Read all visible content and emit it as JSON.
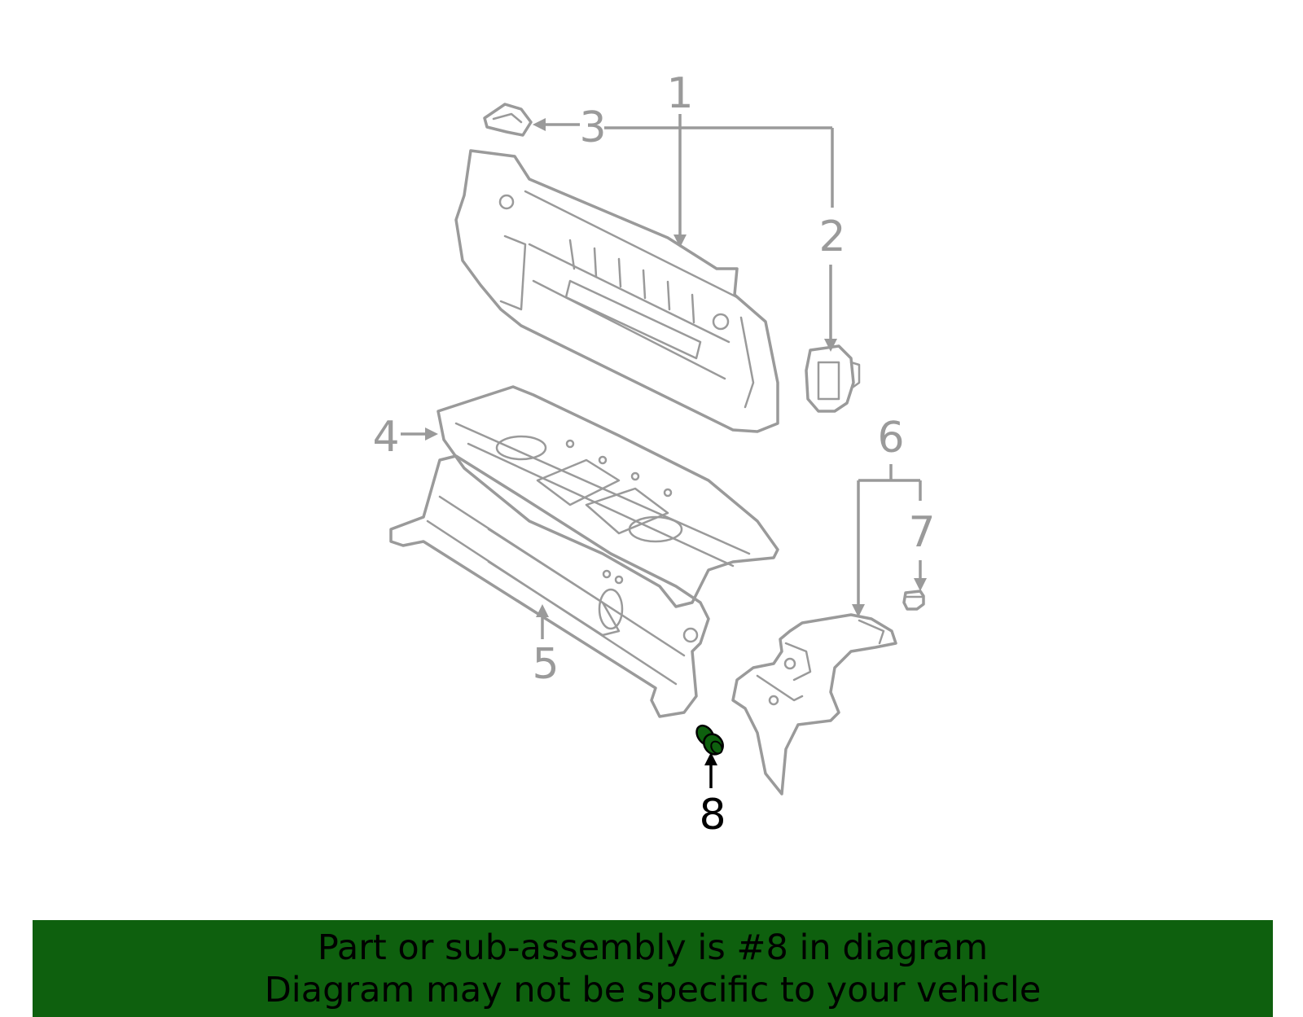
{
  "diagram": {
    "callouts": [
      "1",
      "2",
      "3",
      "4",
      "5",
      "6",
      "7",
      "8"
    ],
    "highlight_color": "#0e600e",
    "line_color": "#9a9a9a"
  },
  "banner": {
    "line1": "Part or sub-assembly is #8 in diagram",
    "line2": "Diagram may not be specific to your vehicle",
    "background": "#0e600e"
  }
}
